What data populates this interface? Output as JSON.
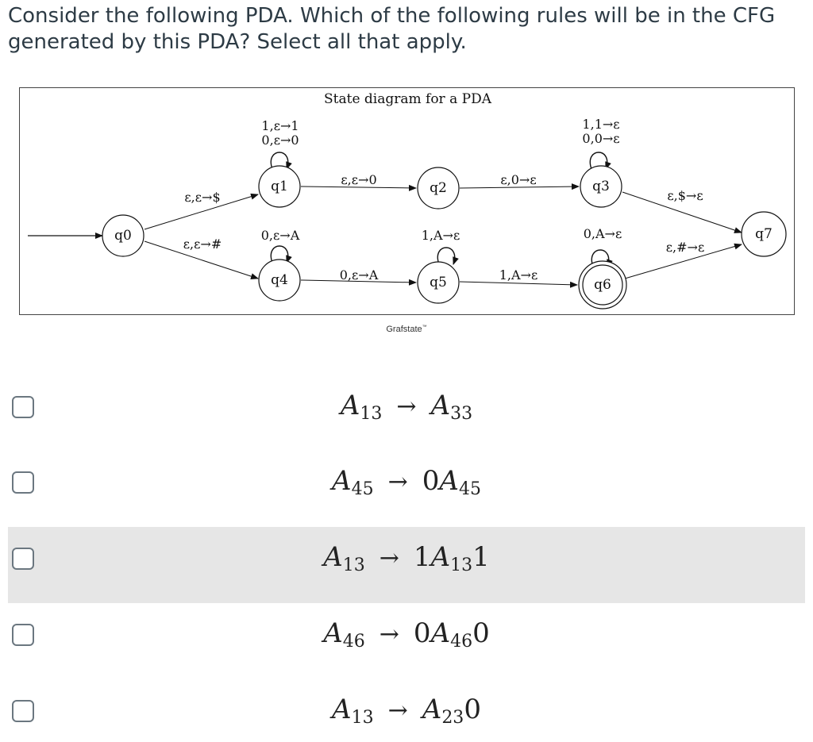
{
  "question": {
    "line1": "Consider the following PDA. Which of the following rules will be in the CFG",
    "line2": "generated by this PDA? Select all that apply."
  },
  "diagram": {
    "title": "State diagram for a PDA",
    "watermark": "Grafstate",
    "watermark_mark": "™",
    "states": [
      {
        "id": "q0",
        "label": "q0",
        "accepting": false,
        "start": true
      },
      {
        "id": "q1",
        "label": "q1",
        "accepting": false
      },
      {
        "id": "q2",
        "label": "q2",
        "accepting": false
      },
      {
        "id": "q3",
        "label": "q3",
        "accepting": false
      },
      {
        "id": "q4",
        "label": "q4",
        "accepting": false
      },
      {
        "id": "q5",
        "label": "q5",
        "accepting": false
      },
      {
        "id": "q6",
        "label": "q6",
        "accepting": true
      },
      {
        "id": "q7",
        "label": "q7",
        "accepting": false
      }
    ],
    "transitions": {
      "q0_q1": "ε,ε→$",
      "q0_q4": "ε,ε→#",
      "q1_loop_1": "1,ε→1",
      "q1_loop_2": "0,ε→0",
      "q1_q2": "ε,ε→0",
      "q2_q3": "ε,0→ε",
      "q3_loop_1": "1,1→ε",
      "q3_loop_2": "0,0→ε",
      "q3_q7": "ε,$→ε",
      "q4_loop": "0,ε→A",
      "q4_q5": "0,ε→A",
      "q5_loop": "1,A→ε",
      "q5_q6": "1,A→ε",
      "q6_loop": "0,A→ε",
      "q6_q7": "ε,#→ε"
    }
  },
  "options": [
    {
      "lhs": "A",
      "lhs_sub": "13",
      "rhs_pre": "",
      "rhs_var": "A",
      "rhs_sub": "33",
      "rhs_post": "",
      "checked": false,
      "highlighted": false
    },
    {
      "lhs": "A",
      "lhs_sub": "45",
      "rhs_pre": "0",
      "rhs_var": "A",
      "rhs_sub": "45",
      "rhs_post": "",
      "checked": false,
      "highlighted": false
    },
    {
      "lhs": "A",
      "lhs_sub": "13",
      "rhs_pre": "1",
      "rhs_var": "A",
      "rhs_sub": "13",
      "rhs_post": "1",
      "checked": false,
      "highlighted": true
    },
    {
      "lhs": "A",
      "lhs_sub": "46",
      "rhs_pre": "0",
      "rhs_var": "A",
      "rhs_sub": "46",
      "rhs_post": "0",
      "checked": false,
      "highlighted": false
    },
    {
      "lhs": "A",
      "lhs_sub": "13",
      "rhs_pre": "",
      "rhs_var": "A",
      "rhs_sub": "23",
      "rhs_post": "0",
      "checked": false,
      "highlighted": false
    }
  ],
  "arrow_symbol": "→"
}
